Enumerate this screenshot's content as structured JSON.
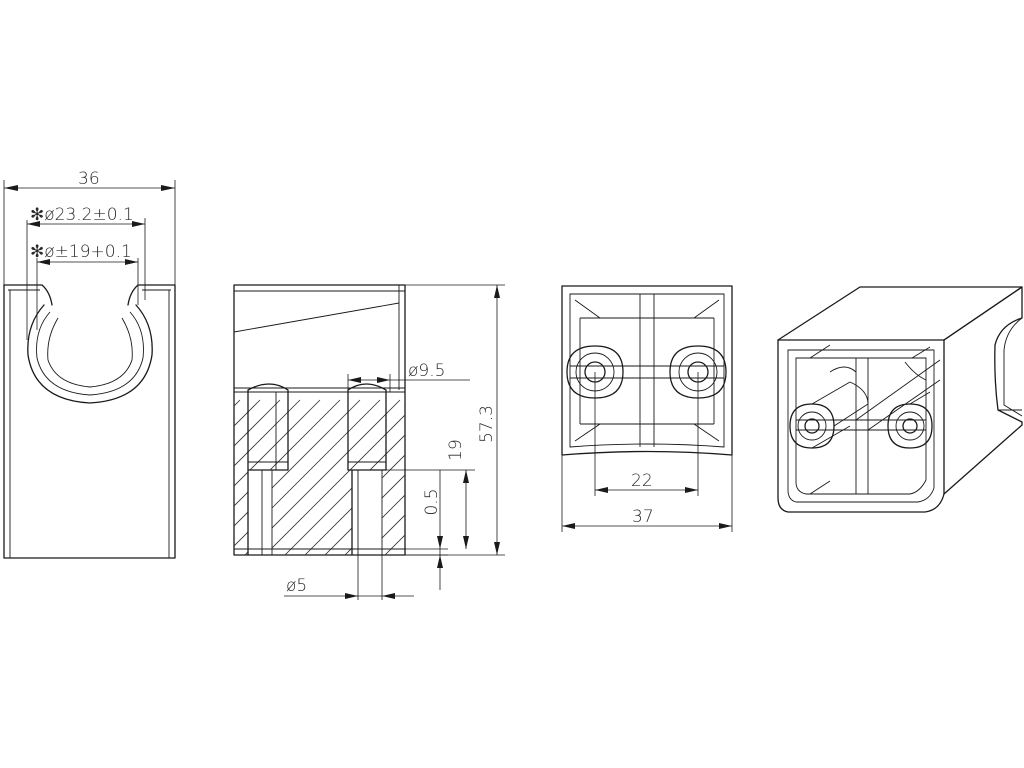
{
  "dimensions": {
    "front_width": "36",
    "outer_bore": "✻ø23.2±0.1",
    "inner_bore": "✻ø±19+0.1",
    "upper_hole": "ø9.5",
    "hole_depth": "19",
    "total_height": "57.3",
    "bottom_gap": "0.5",
    "lower_hole": "ø5",
    "hole_spacing": "22",
    "top_width": "37"
  }
}
